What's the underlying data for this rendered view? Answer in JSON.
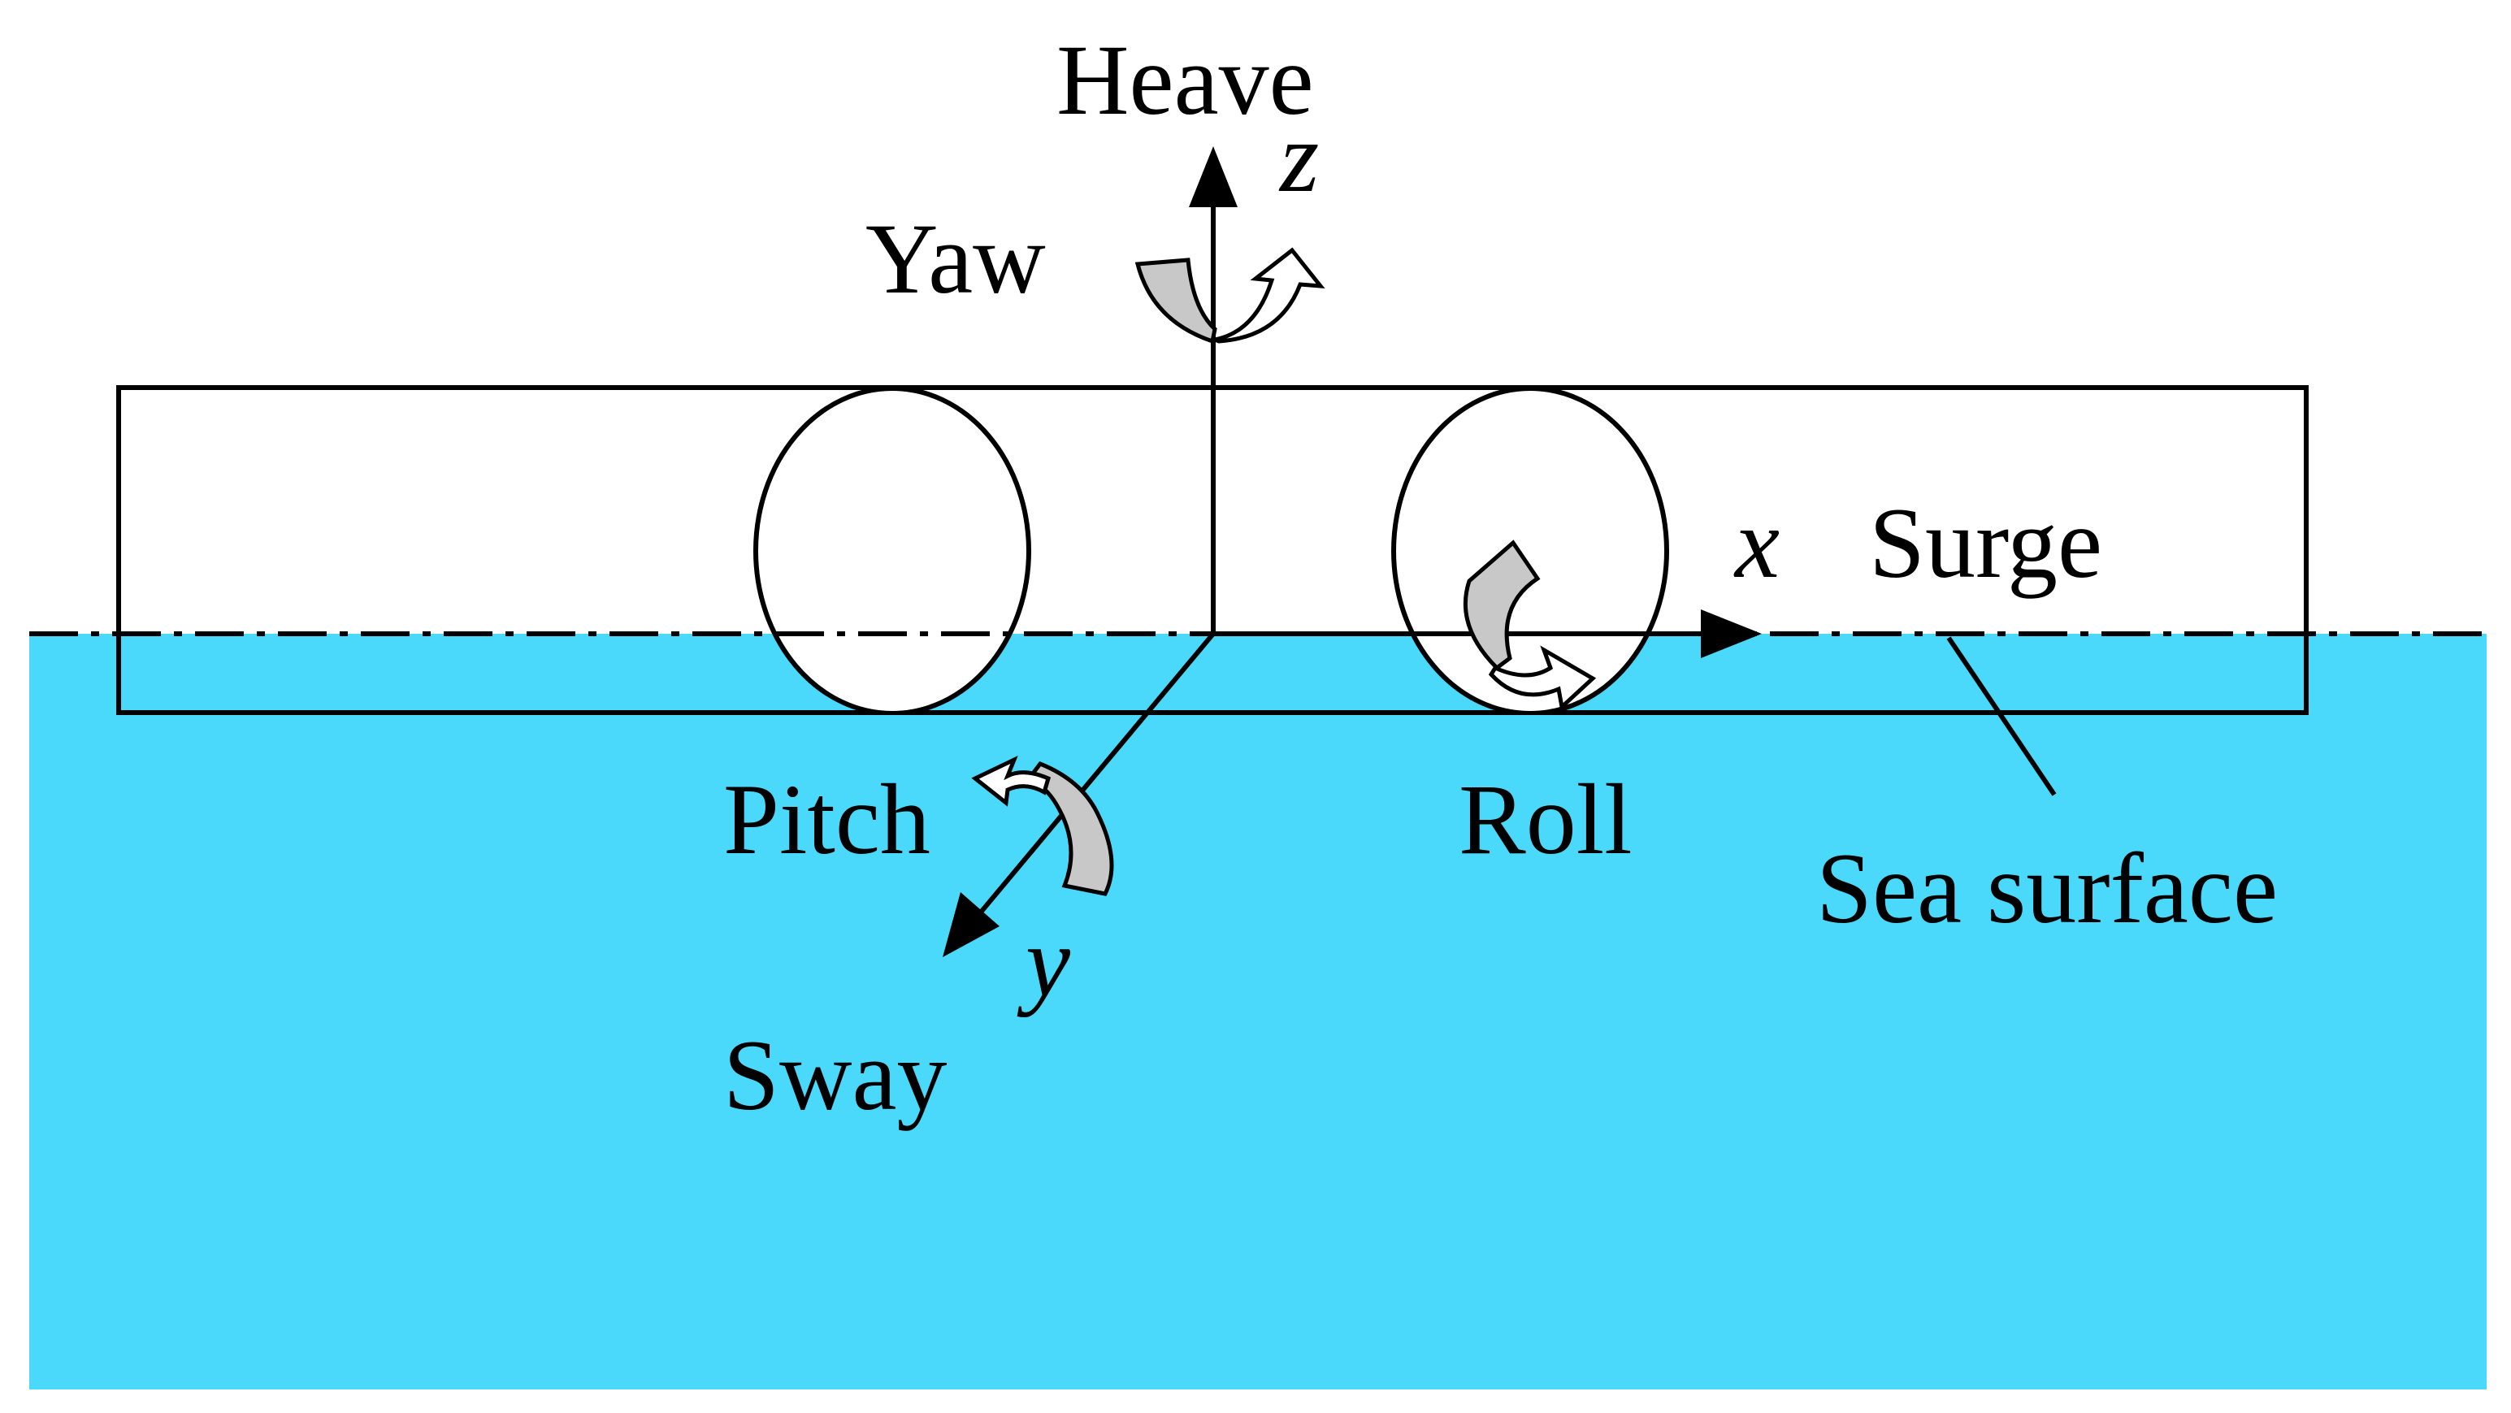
{
  "labels": {
    "heave": "Heave",
    "yaw": "Yaw",
    "surge": "Surge",
    "pitch": "Pitch",
    "roll": "Roll",
    "sway": "Sway",
    "sea_surface": "Sea surface"
  },
  "axes": {
    "x": "x",
    "y": "y",
    "z": "z"
  },
  "colors": {
    "water": "#4ad9fa",
    "outline": "#000000",
    "gray_arrow": "#c8c8c8",
    "white_arrow": "#ffffff"
  }
}
